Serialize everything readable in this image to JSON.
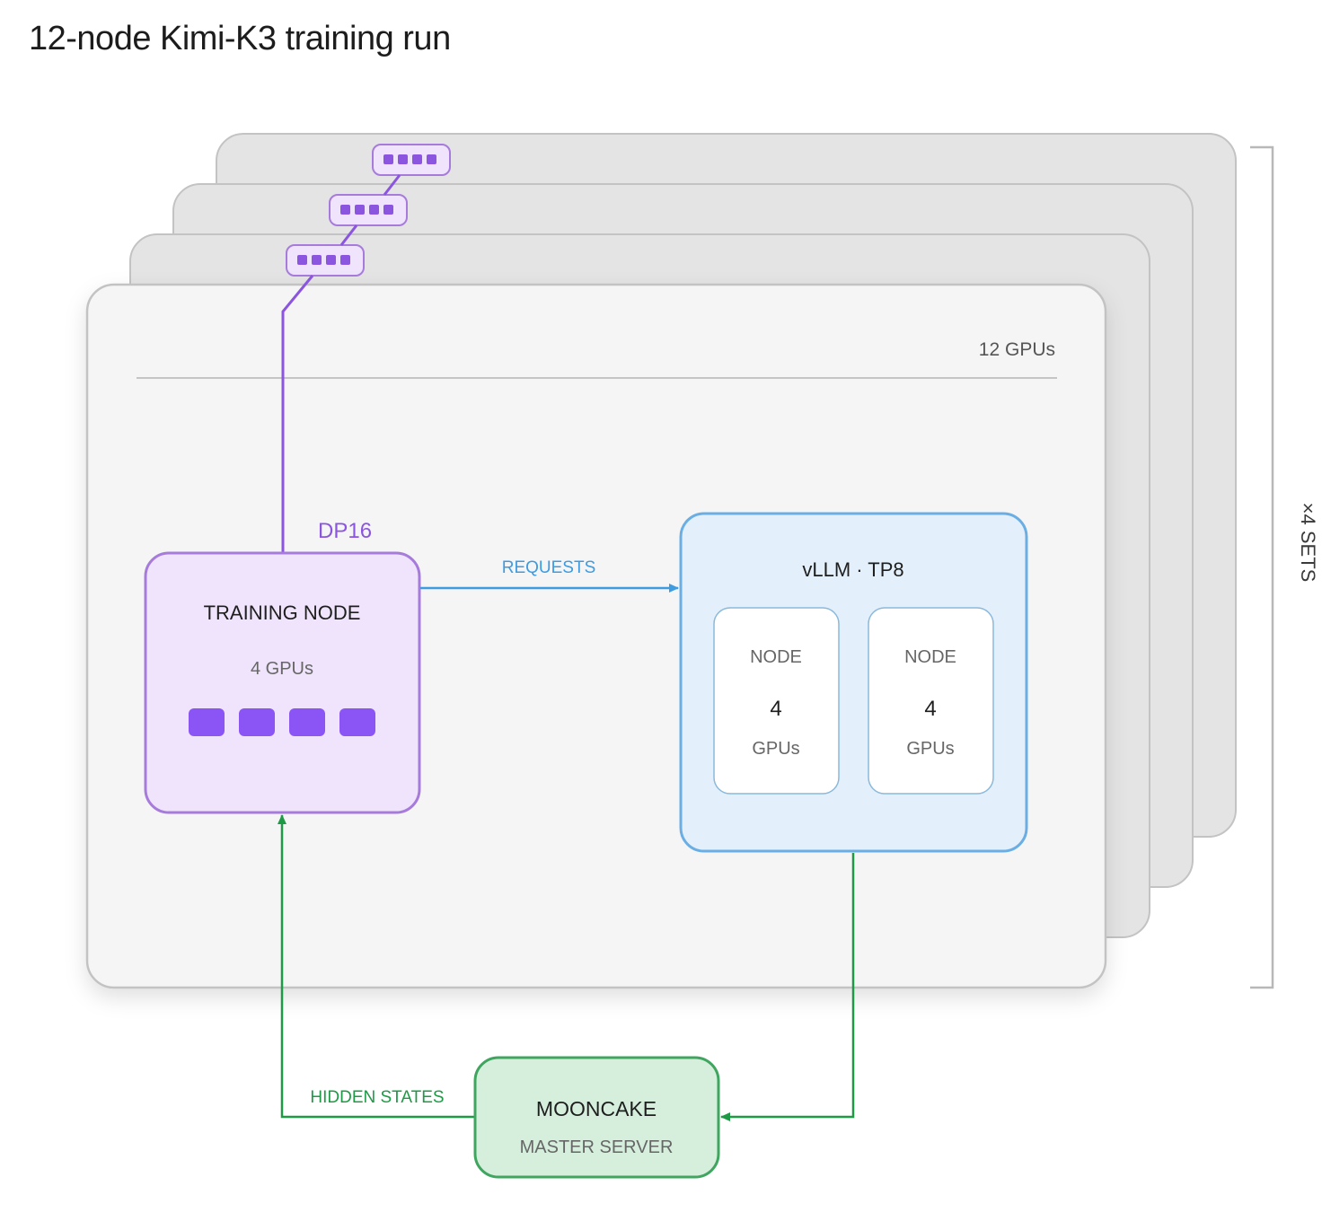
{
  "title": "12-node Kimi-K3 training run",
  "cluster": {
    "gpu_count_label": "12 GPUs",
    "sets_label": "×4 SETS",
    "stack_depth": 4
  },
  "training": {
    "parallel_label": "DP16",
    "title": "TRAINING NODE",
    "gpus_label": "4 GPUs",
    "gpu_count": 4
  },
  "inference": {
    "title": "vLLM · TP8",
    "nodes": [
      {
        "title": "NODE",
        "count": "4",
        "unit": "GPUs"
      },
      {
        "title": "NODE",
        "count": "4",
        "unit": "GPUs"
      }
    ]
  },
  "store": {
    "title": "MOONCAKE",
    "subtitle": "MASTER SERVER"
  },
  "flows": {
    "requests": "REQUESTS",
    "hidden_states": "HIDDEN STATES"
  },
  "colors": {
    "purple": "#8b55e0",
    "purple_fill": "#efe4fb",
    "purple_border": "#a77bdc",
    "blue": "#3d9be0",
    "blue_fill": "#e3f0fb",
    "blue_border": "#6aaee3",
    "green": "#1e9a46",
    "green_fill": "#d6efdd",
    "green_border": "#3fa55f",
    "panel_fill": "#f5f5f5",
    "panel_back_fill": "#e4e4e4",
    "panel_border": "#c3c3c3"
  }
}
